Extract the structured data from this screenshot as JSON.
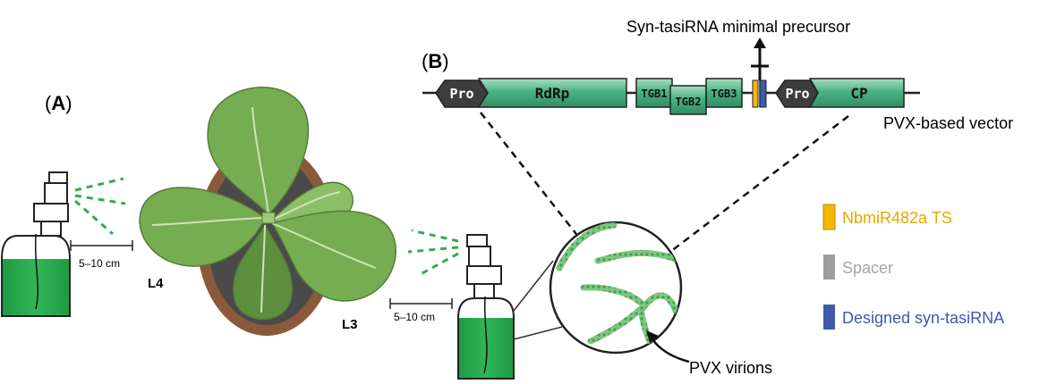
{
  "panel_a": {
    "label_open": "(",
    "label_letter": "A",
    "label_close": ")",
    "leaf_l4": "L4",
    "leaf_l3": "L3",
    "distance_left": "5–10 cm",
    "distance_right": "5–10 cm"
  },
  "panel_b": {
    "label_open": "(",
    "label_letter": "B",
    "label_close": ")",
    "precursor_label": "Syn-tasiRNA minimal precursor",
    "vector_label": "PVX-based vector",
    "virions_label": "PVX virions",
    "genes": {
      "pro1": "Pro",
      "rdrp": "RdRp",
      "tgb1": "TGB1",
      "tgb2": "TGB2",
      "tgb3": "TGB3",
      "pro2": "Pro",
      "cp": "CP"
    }
  },
  "legend": [
    {
      "label": "NbmiR482a TS",
      "color": "#f5b800",
      "text_color": "#e0a800"
    },
    {
      "label": "Spacer",
      "color": "#9e9e9e",
      "text_color": "#a6a6a6"
    },
    {
      "label": "Designed syn-tasiRNA",
      "color": "#3f5aa8",
      "text_color": "#3f5aa8"
    }
  ],
  "colors": {
    "gene_green": "#3aa776",
    "promoter": "#3d3d3d",
    "spray_green": "#2fae4e",
    "leaf_green": "#77ad52",
    "pot": "#8a5a3a"
  }
}
